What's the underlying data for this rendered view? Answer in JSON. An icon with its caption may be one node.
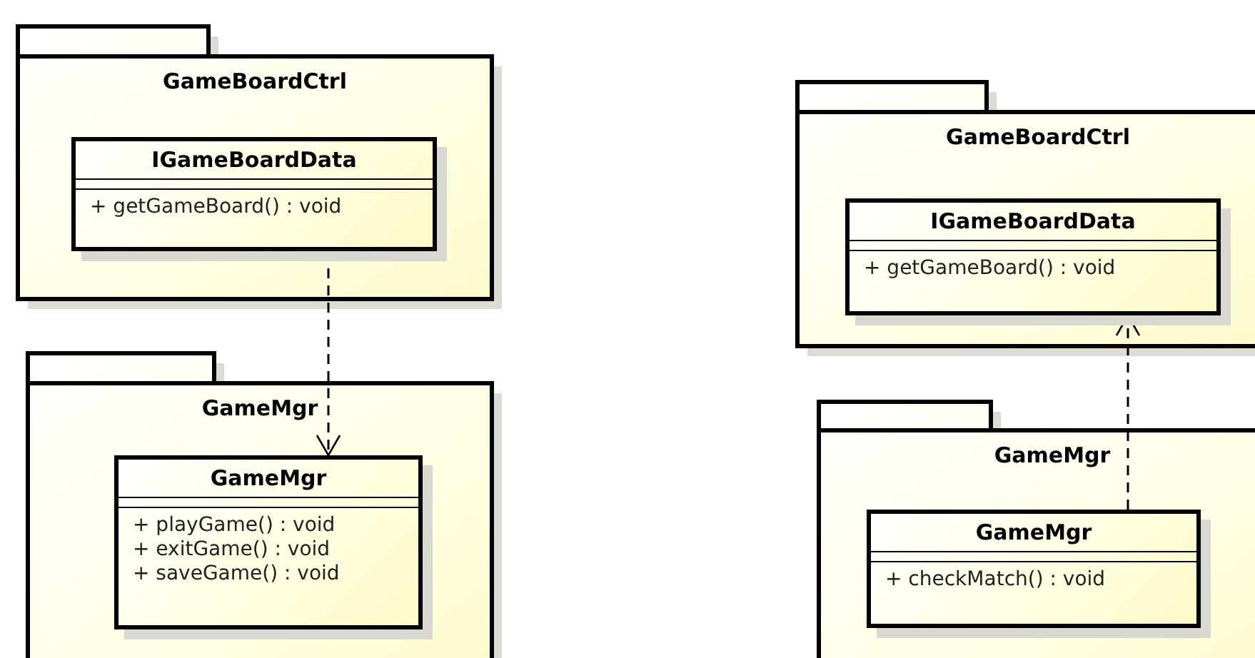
{
  "diagram": {
    "nodes": [
      {
        "text": [
          "GameBoardCtrl"
        ]
      },
      {
        "text": [
          "IGameBoardData",
          "+ getGameBoard() : void"
        ],
        "in": 0
      },
      {
        "text": [
          "GameMgr"
        ]
      },
      {
        "text": [
          "GameMgr",
          "+ playGame() : void",
          "+ exitGame() : void",
          "+ saveGame() : void"
        ],
        "in": 2
      },
      {
        "text": [
          "GameBoardCtrl"
        ]
      },
      {
        "text": [
          "IGameBoardData",
          "+ getGameBoard() : void"
        ],
        "in": 4
      },
      {
        "text": [
          "GameMgr"
        ]
      },
      {
        "text": [
          "GameMgr",
          "+ checkMatch() : void"
        ],
        "in": 6
      }
    ],
    "edges": [
      {
        "from": 1,
        "to": 3,
        "arrow": "to",
        "style": "dashed"
      },
      {
        "from": 7,
        "to": 5,
        "arrow": "to",
        "style": "dashed"
      }
    ]
  }
}
